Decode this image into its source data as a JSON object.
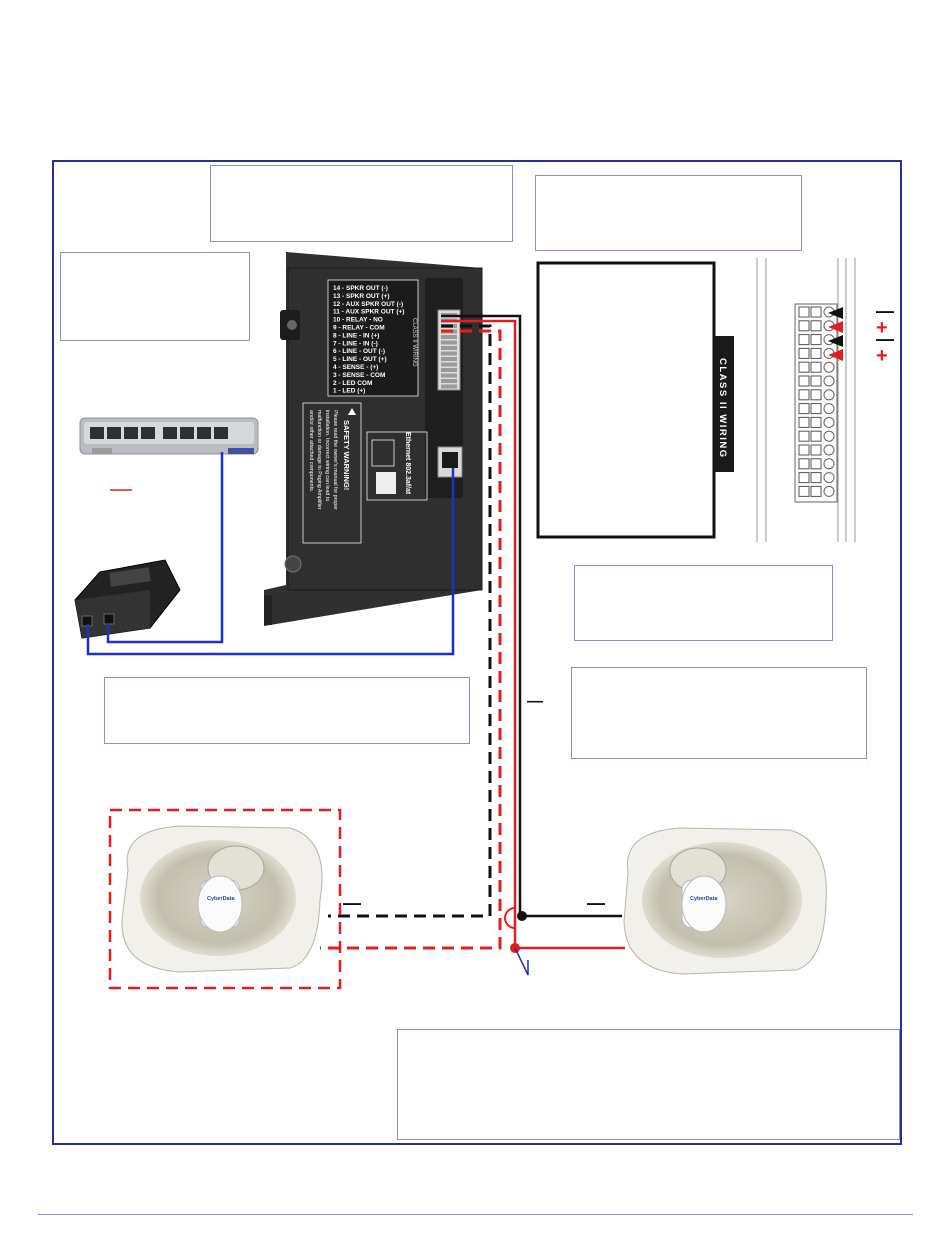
{
  "amplifier": {
    "terminal_labels": [
      "14 - SPKR OUT (-)",
      "13 - SPKR OUT (+)",
      "12 - AUX SPKR OUT (-)",
      "11 - AUX SPKR OUT (+)",
      "10 - RELAY - NO",
      "9 - RELAY - COM",
      "8 - LINE - IN (+)",
      "7 - LINE - IN (-)",
      "6 - LINE - OUT (-)",
      "5 - LINE - OUT (+)",
      "4 - SENSE - (+)",
      "3 - SENSE - COM",
      "2 - LED COM",
      "1 - LED (+)"
    ],
    "class_wiring_small": "CLASS II WIRING",
    "ethernet_label": "Ethernet 802.3af/at",
    "safety_title": "SAFETY WARNING!",
    "safety_lines": [
      "Please read the owner's manual for proper",
      "installation. Incorrect wiring can lead to",
      "malfunction or damage to Paging Amplifier",
      "and/or other attached components."
    ]
  },
  "terminal_detail": {
    "class_wiring_label": "CLASS II WIRING",
    "polarity_marks": [
      "—",
      "+",
      "—",
      "+"
    ]
  },
  "speaker_left": {
    "brand": "CyberData",
    "minus_mark": "—"
  },
  "speaker_right": {
    "brand": "CyberData",
    "minus_mark": "—"
  },
  "wire_minus_mark": "—",
  "switch_dash": "—",
  "colors": {
    "frame": "#2b2f8f",
    "callout_border": "#8a8fc9",
    "wire_black": "#111111",
    "wire_red": "#e02020",
    "wire_blue": "#1f2fbf",
    "amp_body": "#2a2a2a"
  }
}
